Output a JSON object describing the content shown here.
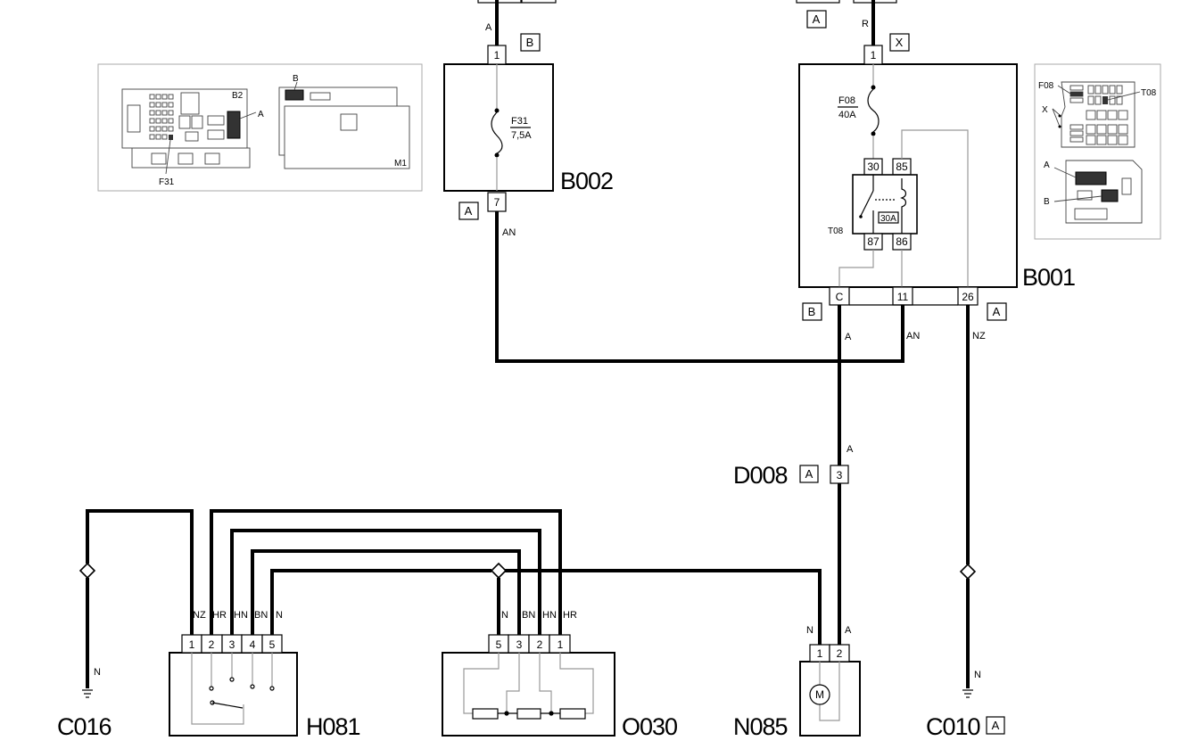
{
  "components": {
    "b001": "B001",
    "b002": "B002",
    "d008": "D008",
    "h081": "H081",
    "o030": "O030",
    "n085": "N085",
    "c016": "C016",
    "c010": "C010"
  },
  "fuses": {
    "f31_name": "F31",
    "f31_rating": "7,5A",
    "f08_name": "F08",
    "f08_rating": "40A"
  },
  "relay": {
    "name": "T08",
    "rating": "30A",
    "pin30": "30",
    "pin85": "85",
    "pin87": "87",
    "pin86": "86"
  },
  "connector_tags": {
    "a": "A",
    "b": "B",
    "x": "X"
  },
  "pins": {
    "b002_in": "1",
    "b002_out": "7",
    "b001_in": "1",
    "b001_c": "C",
    "b001_11": "11",
    "b001_26": "26",
    "d008_pin": "3",
    "h081": [
      "1",
      "2",
      "3",
      "4",
      "5"
    ],
    "o030": [
      "5",
      "3",
      "2",
      "1"
    ],
    "n085": [
      "1",
      "2"
    ]
  },
  "wire_colors": {
    "a": "A",
    "an": "AN",
    "r": "R",
    "nz": "NZ",
    "n": "N",
    "hr": "HR",
    "hn": "HN",
    "bn": "BN"
  },
  "locator_left": {
    "b2": "B2",
    "a": "A",
    "b": "B",
    "m1": "M1",
    "f31": "F31"
  },
  "locator_right": {
    "f08": "F08",
    "t08": "T08",
    "x": "X",
    "a": "A",
    "b": "B"
  },
  "motor_symbol": "M",
  "colors": {
    "line": "#000000",
    "internal": "#999999",
    "background": "#ffffff"
  }
}
